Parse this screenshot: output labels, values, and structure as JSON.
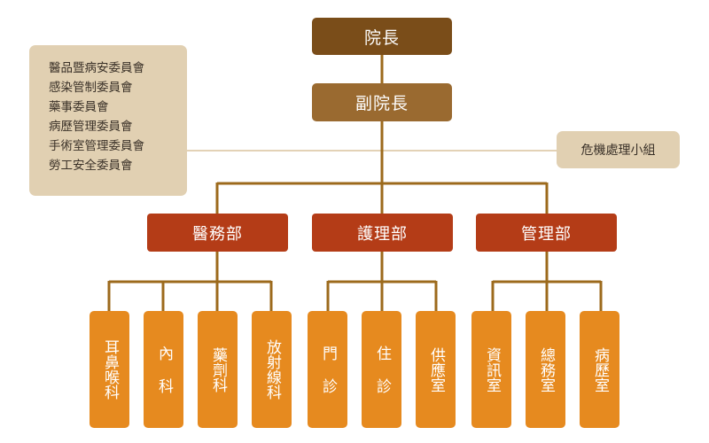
{
  "colors": {
    "connector": "#9c6a1c",
    "top": "#7a4d19",
    "vice": "#9a6a30",
    "dept": "#b43c17",
    "unit": "#e68a1f",
    "side_box": "#e1d0b2"
  },
  "top": {
    "label": "院長"
  },
  "vice": {
    "label": "副院長"
  },
  "committees": [
    "醫品暨病安委員會",
    "感染管制委員會",
    "藥事委員會",
    "病歷管理委員會",
    "手術室管理委員會",
    "勞工安全委員會"
  ],
  "crisis": {
    "label": "危機處理小組"
  },
  "departments": [
    {
      "label": "醫務部",
      "units": [
        "耳鼻喉科",
        "內 科",
        "藥劑科",
        "放射線科"
      ]
    },
    {
      "label": "護理部",
      "units": [
        "門 診",
        "住 診",
        "供應室"
      ]
    },
    {
      "label": "管理部",
      "units": [
        "資訊室",
        "總務室",
        "病歷室"
      ]
    }
  ]
}
